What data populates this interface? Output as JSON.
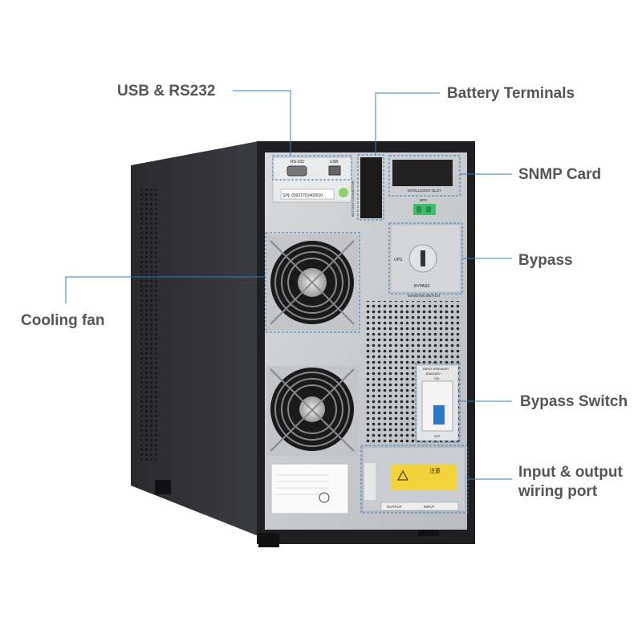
{
  "callouts": {
    "usb_rs232": "USB & RS232",
    "battery_terminals": "Battery Terminals",
    "snmp_card": "SNMP Card",
    "bypass": "Bypass",
    "cooling_fan": "Cooling fan",
    "bypass_switch": "Bypass Switch",
    "io_wiring_line1": "Input & output",
    "io_wiring_line2": "wiring port"
  },
  "panel_text": {
    "rs232": "RS-232",
    "usb": "USB",
    "serial": "S/N: 03921701400010",
    "battery_connector": "BATTERY CONNECTOR",
    "intelligent_slot": "INTELLIGENT SLOT",
    "epo": "EPO",
    "ups": "UPS",
    "bypass": "BYPASS",
    "maintain_switch": "MAINTAIN SWITCH",
    "input_breaker": "INPUT BREAKER",
    "breaker_rating": "63A/250V~",
    "on": "ON",
    "off": "OFF",
    "warning_title": "注意",
    "output": "OUTPUT",
    "input": "INPUT"
  },
  "colors": {
    "callout_line": "#2e7fc0",
    "label_text": "#555555",
    "cabinet_dark": "#1f1f22",
    "panel_silver": "#c9cbce",
    "breaker_blue": "#2b78c8",
    "warning_yellow": "#f2d33a"
  }
}
